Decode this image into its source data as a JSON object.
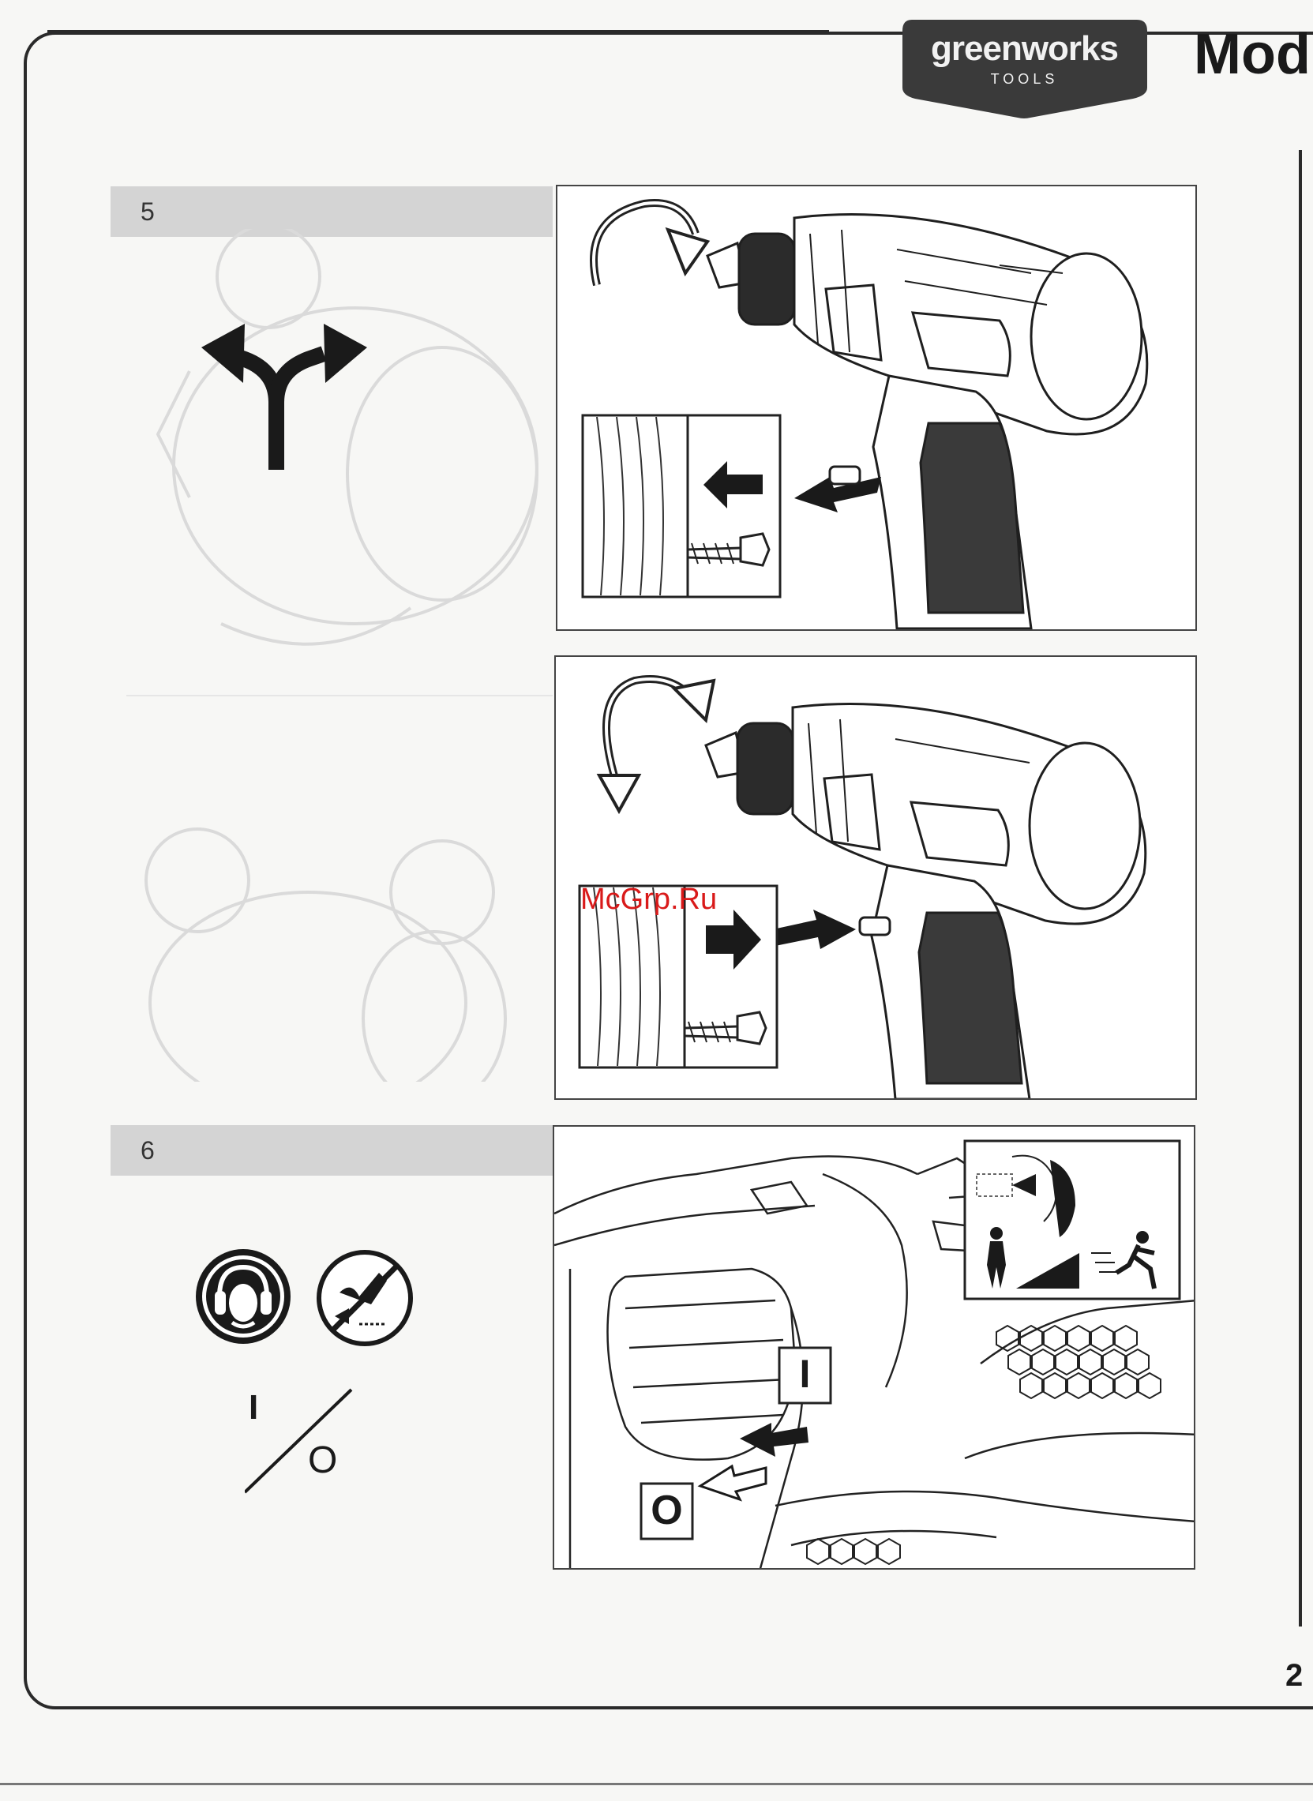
{
  "header": {
    "brand": "greenworks",
    "brand_sub": "TOOLS",
    "model_title": "Mod"
  },
  "sections": [
    {
      "number": "5"
    },
    {
      "number": "6"
    }
  ],
  "symbols": {
    "switch_on": "I",
    "switch_off": "O",
    "switch_pair_left": "I",
    "switch_pair_right": "O"
  },
  "watermark": "McGrp.Ru",
  "page_number": "2",
  "icons": [
    "direction-fork-icon",
    "ear-protection-icon",
    "no-spray-icon",
    "on-off-switch-icon",
    "rotation-arrow-icon",
    "push-arrow-icon",
    "running-person-icon"
  ],
  "colors": {
    "brand_badge": "#3a3a3a",
    "section_bar": "#d4d4d4",
    "watermark": "#d91a1a",
    "frame": "#2a2a2a"
  }
}
